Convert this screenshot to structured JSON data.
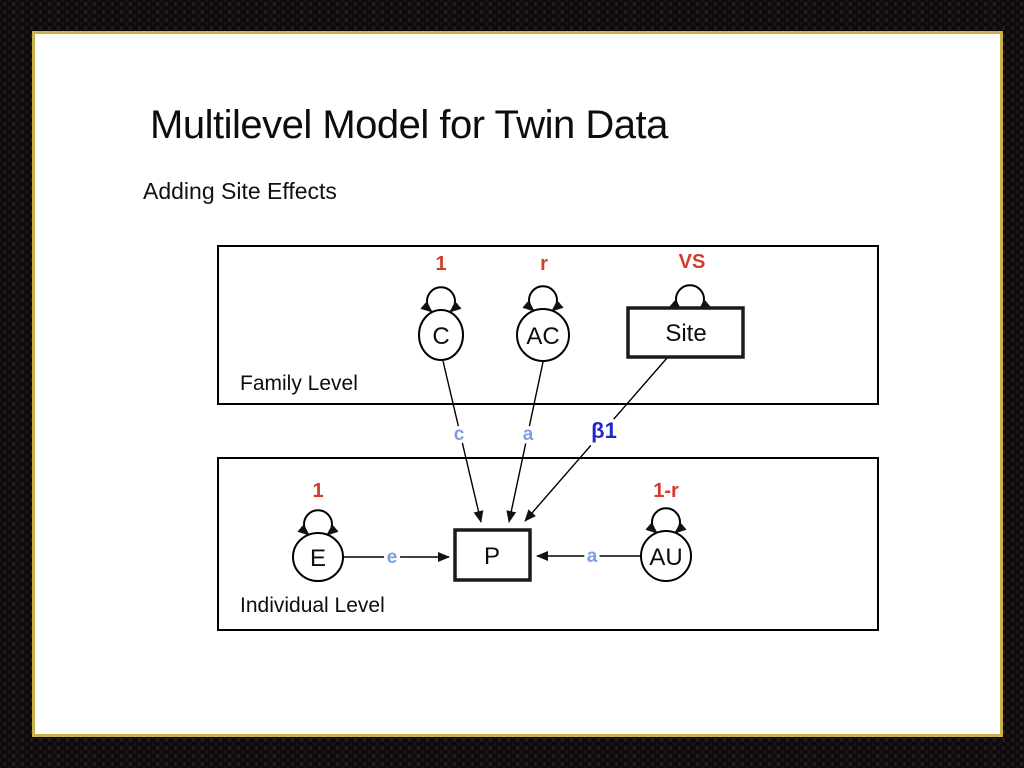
{
  "slide": {
    "title": "Multilevel Model for Twin Data",
    "subtitle": "Adding Site Effects",
    "colors": {
      "background": "#0e090b",
      "slide_border_gold": "#cdb04e",
      "slide_background": "#ffffff",
      "variance_label_red": "#d63b2a",
      "path_label_light_blue": "#7d9fe3",
      "beta_label_blue": "#2326cf",
      "line_black": "#000000"
    }
  },
  "diagram": {
    "family_label": "Family Level",
    "individual_label": "Individual Level",
    "nodes": [
      {
        "id": "C",
        "label": "C",
        "shape": "ellipse",
        "loop_label": "1"
      },
      {
        "id": "AC",
        "label": "AC",
        "shape": "ellipse",
        "loop_label": "r"
      },
      {
        "id": "Site",
        "label": "Site",
        "shape": "rect",
        "loop_label": "VS"
      },
      {
        "id": "E",
        "label": "E",
        "shape": "ellipse",
        "loop_label": "1"
      },
      {
        "id": "P",
        "label": "P",
        "shape": "rect",
        "loop_label": ""
      },
      {
        "id": "AU",
        "label": "AU",
        "shape": "ellipse",
        "loop_label": "1-r"
      }
    ],
    "edges": [
      {
        "from": "C",
        "to": "P",
        "label": "c"
      },
      {
        "from": "AC",
        "to": "P",
        "label": "a"
      },
      {
        "from": "Site",
        "to": "P",
        "label": "β1"
      },
      {
        "from": "E",
        "to": "P",
        "label": "e"
      },
      {
        "from": "AU",
        "to": "P",
        "label": "a"
      }
    ]
  }
}
